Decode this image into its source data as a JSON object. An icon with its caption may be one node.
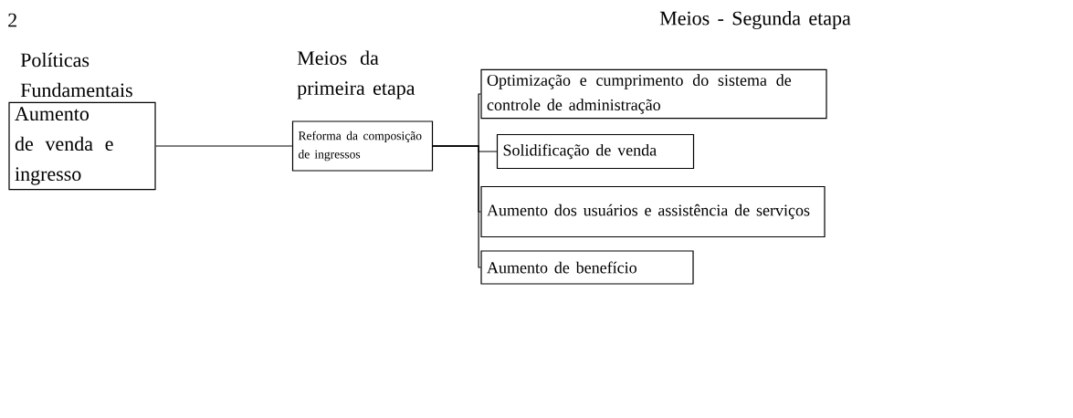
{
  "diagram": {
    "title": "Meios - Segunda etapa",
    "nodes": [
      {
        "text": [
          "Aumento de venda e ingresso"
        ]
      },
      {
        "text": [
          "Reforma da composição de ingressos"
        ]
      },
      {
        "text": [
          "Optimização e cumprimento do sistema de controle de administração"
        ]
      },
      {
        "text": [
          "Solidificação de venda"
        ]
      },
      {
        "text": [
          "Aumento dos usuários e assistência de serviços"
        ]
      },
      {
        "text": [
          "Aumento de benefício"
        ]
      }
    ],
    "edges": [
      {
        "from": 0,
        "to": 1,
        "arrow": "none"
      },
      {
        "from": 1,
        "to": 2,
        "arrow": "none"
      },
      {
        "from": 1,
        "to": 3,
        "arrow": "none"
      },
      {
        "from": 1,
        "to": 4,
        "arrow": "none"
      },
      {
        "from": 1,
        "to": 5,
        "arrow": "none"
      }
    ],
    "labels": [
      "2",
      "Políticas Fundamentais",
      "Meios da primeira etapa"
    ]
  }
}
